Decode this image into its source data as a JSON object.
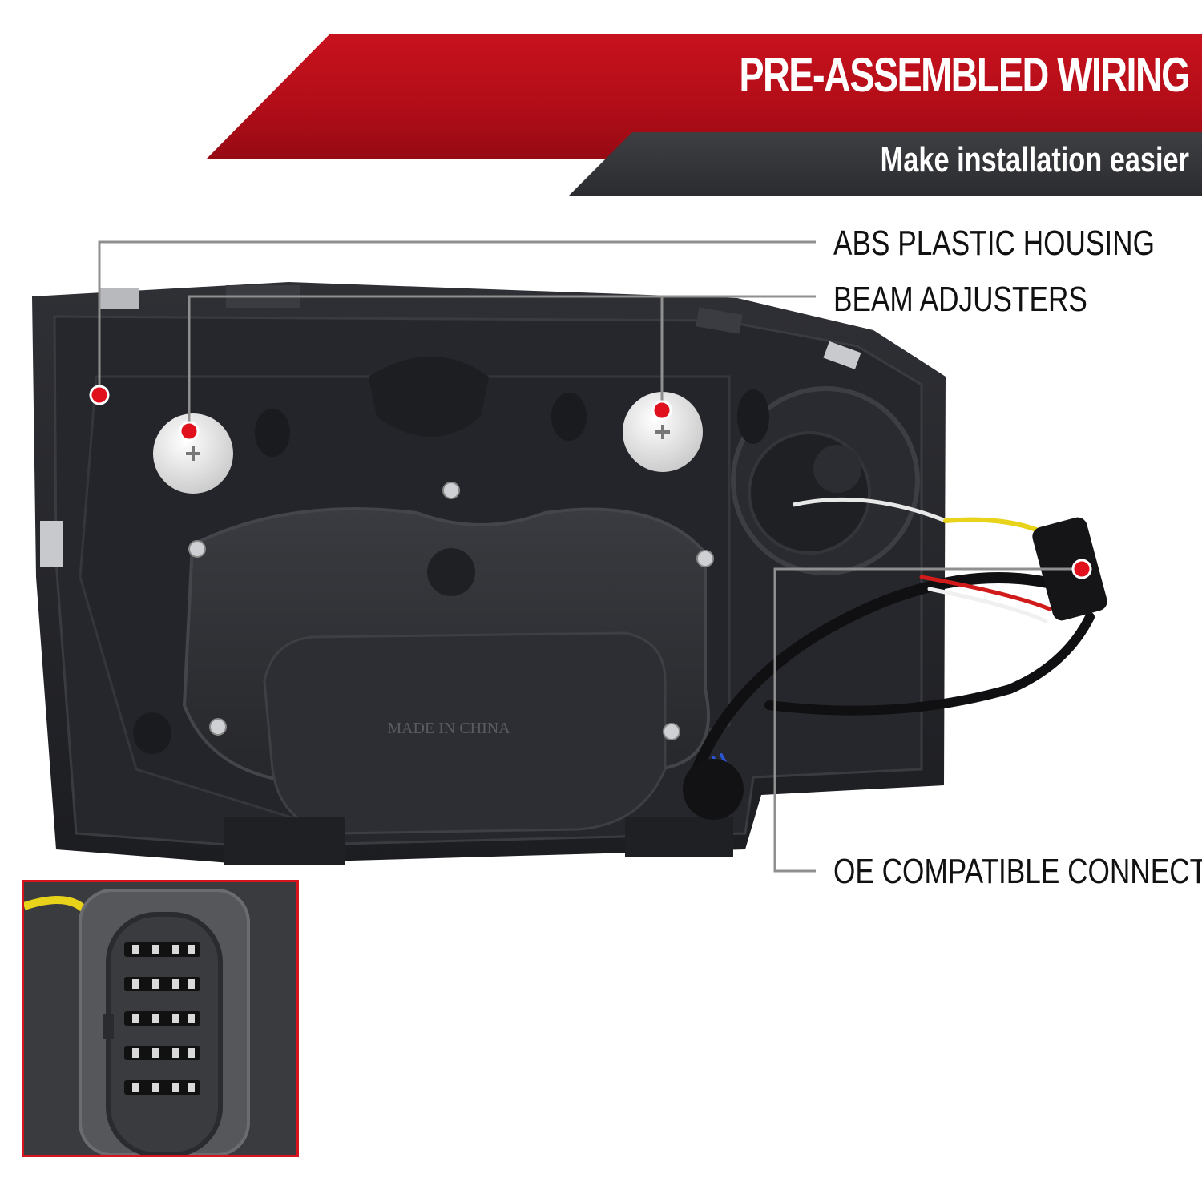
{
  "banner": {
    "title": "PRE-ASSEMBLED WIRING",
    "subtitle": "Make installation easier",
    "red_color": "#b10d18",
    "dark_color": "#2f3034"
  },
  "callouts": [
    {
      "label": "ABS PLASTIC HOUSING"
    },
    {
      "label": "BEAM ADJUSTERS"
    },
    {
      "label": "OE COMPATIBLE CONNECTOR"
    }
  ],
  "product": {
    "embossed_text": "MADE IN CHINA"
  },
  "marker_color": "#e0101c"
}
